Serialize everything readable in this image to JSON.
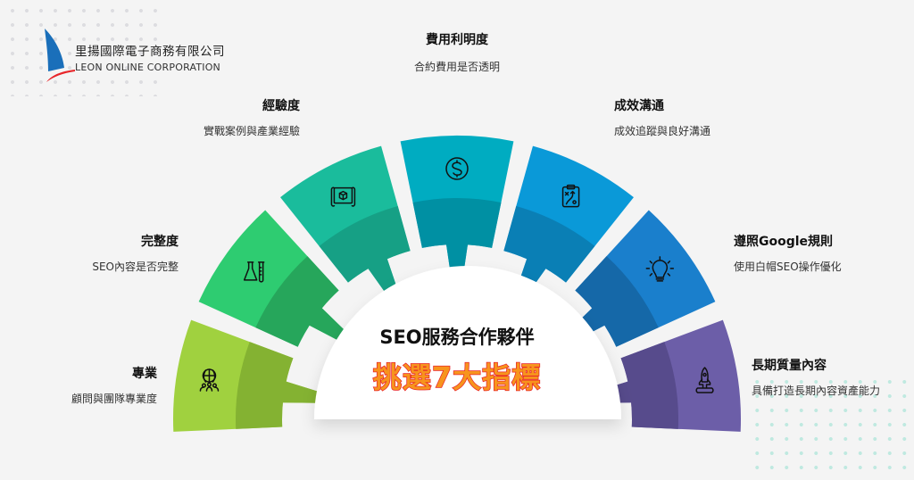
{
  "brand": {
    "name_cn": "里揚國際電子商務有限公司",
    "name_en": "LEON ONLINE CORPORATION",
    "logo_colors": {
      "sail": "#1a6fba",
      "swoosh": "#e8262a"
    }
  },
  "center": {
    "title": "SEO服務合作夥伴",
    "subtitle": "挑選7大指標",
    "subtitle_fill": "#f7941d",
    "subtitle_stroke": "#e8262a"
  },
  "criteria": [
    {
      "title": "專業",
      "desc": "顧問與團隊專業度",
      "icon": "globe-team-icon",
      "color": "#a0d13f",
      "dark": "#84b232"
    },
    {
      "title": "完整度",
      "desc": "SEO內容是否完整",
      "icon": "lab-flask-icon",
      "color": "#2ecc71",
      "dark": "#26a65b"
    },
    {
      "title": "經驗度",
      "desc": "實戰案例與產業經驗",
      "icon": "blueprint-scroll-icon",
      "color": "#1abc9c",
      "dark": "#16a085"
    },
    {
      "title": "費用利明度",
      "desc": "合約費用是否透明",
      "icon": "dollar-icon",
      "color": "#00acc1",
      "dark": "#0090a3"
    },
    {
      "title": "成效溝通",
      "desc": "成效追蹤與良好溝通",
      "icon": "strategy-clipboard-icon",
      "color": "#0a99d8",
      "dark": "#0a7fb5"
    },
    {
      "title": "遵照Google規則",
      "desc": "使用白帽SEO操作優化",
      "icon": "lightbulb-icon",
      "color": "#1a7fcc",
      "dark": "#1568a8"
    },
    {
      "title": "長期質量內容",
      "desc": "具備打造長期內容資產能力",
      "icon": "rocket-icon",
      "color": "#6c5ea8",
      "dark": "#574b8c"
    }
  ]
}
